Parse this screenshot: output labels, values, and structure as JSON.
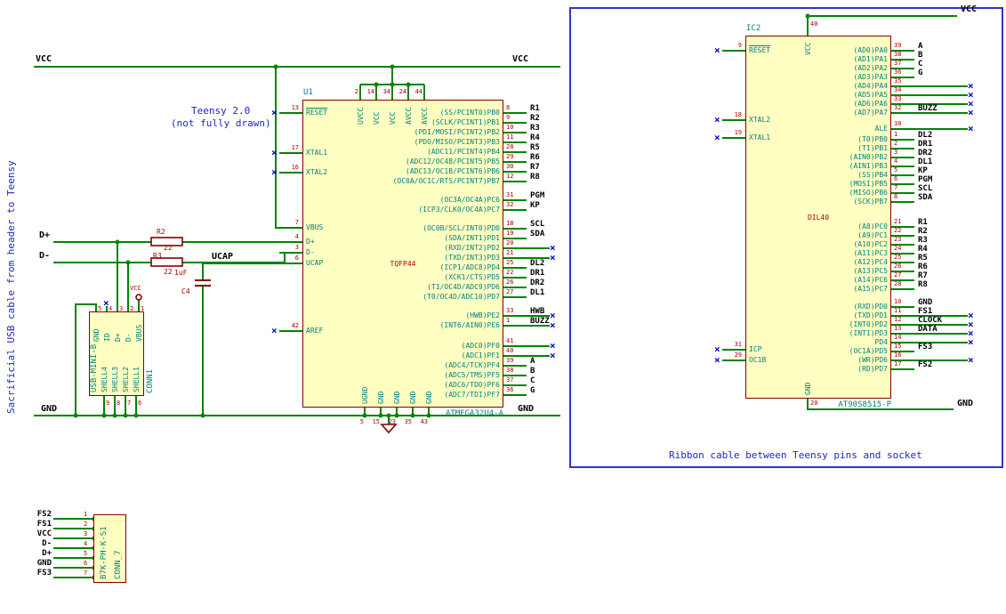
{
  "colors": {
    "wire_green": "#008400",
    "body_fill": "#FFFFC2",
    "body_outline": "#840000",
    "pin_number_red": "#AF0000",
    "pin_name_teal": "#008080",
    "net_label_black": "#000000",
    "annotation_blue": "#2222CC",
    "no_connect_blue": "#0000C8"
  },
  "notes": {
    "left_vertical": "Sacrificial USB cable from header to Teensy",
    "teensy_line1": "Teensy 2.0",
    "teensy_line2": "(not fully drawn)",
    "ribbon": "Ribbon cable between Teensy pins and socket"
  },
  "labels": {
    "vcc_left": "VCC",
    "vcc_right": "VCC",
    "gnd_left": "GND",
    "gnd_right": "GND",
    "d_plus": "D+",
    "d_minus": "D-",
    "ucap": "UCAP",
    "ic2_vcc": "VCC",
    "ic2_gnd": "GND"
  },
  "u1": {
    "ref": "U1",
    "value": "ATMEGA32U4-A",
    "footprint": "TQFP44",
    "left_pins": [
      {
        "num": "13",
        "name": "RESET",
        "overline": true,
        "nc": true
      },
      {
        "num": "17",
        "name": "XTAL1",
        "nc": true
      },
      {
        "num": "16",
        "name": "XTAL2",
        "nc": true
      },
      {
        "num": "7",
        "name": "VBUS"
      },
      {
        "num": "4",
        "name": "D+"
      },
      {
        "num": "3",
        "name": "D-"
      },
      {
        "num": "6",
        "name": "UCAP"
      },
      {
        "num": "42",
        "name": "AREF",
        "nc": true
      }
    ],
    "top_pins": [
      {
        "num": "2",
        "name": "UVCC"
      },
      {
        "num": "14",
        "name": "VCC"
      },
      {
        "num": "34",
        "name": "VCC"
      },
      {
        "num": "24",
        "name": "AVCC"
      },
      {
        "num": "44",
        "name": "AVCC"
      }
    ],
    "bottom_pins": [
      {
        "num": "5",
        "name": "UGND"
      },
      {
        "num": "15",
        "name": "GND"
      },
      {
        "num": "23",
        "name": "GND"
      },
      {
        "num": "35",
        "name": "GND"
      },
      {
        "num": "43",
        "name": "GND"
      }
    ],
    "right_groups": [
      [
        {
          "num": "8",
          "name": "(SS/PCINT0)PB0",
          "net": "R1"
        },
        {
          "num": "9",
          "name": "(SCLK/PCINT1)PB1",
          "net": "R2"
        },
        {
          "num": "10",
          "name": "(PDI/MOSI/PCINT2)PB2",
          "net": "R3"
        },
        {
          "num": "11",
          "name": "(PDO/MISO/PCINT3)PB3",
          "net": "R4"
        },
        {
          "num": "28",
          "name": "(ADC11/PCINT4)PB4",
          "net": "R5"
        },
        {
          "num": "29",
          "name": "(ADC12/OC4B/PCINT5)PB5",
          "net": "R6"
        },
        {
          "num": "30",
          "name": "(ADC13/OC1B/PCINT6)PB6",
          "net": "R7"
        },
        {
          "num": "12",
          "name": "(OC0A/OC1C/RTS/PCINT7)PB7",
          "net": "R8"
        }
      ],
      [
        {
          "num": "31",
          "name": "(OC3A/OC4A)PC6",
          "net": "PGM"
        },
        {
          "num": "32",
          "name": "(ICP3/CLK0/OC4A)PC7",
          "net": "KP"
        }
      ],
      [
        {
          "num": "18",
          "name": "(OC0B/SCL/INT0)PD0",
          "net": "SCL"
        },
        {
          "num": "19",
          "name": "(SDA/INT1)PD1",
          "net": "SDA"
        },
        {
          "num": "20",
          "name": "(RXD/INT2)PD2",
          "ext": true
        },
        {
          "num": "21",
          "name": "(TXD/INT3)PD3",
          "ext": true
        },
        {
          "num": "25",
          "name": "(ICP1/ADC8)PD4",
          "net": "DL2"
        },
        {
          "num": "22",
          "name": "(XCK1/CTS)PD5",
          "net": "DR1"
        },
        {
          "num": "26",
          "name": "(T1/OC4D/ADC9)PD6",
          "net": "DR2"
        },
        {
          "num": "27",
          "name": "(T0/OC4D/ADC10)PD7",
          "net": "DL1"
        }
      ],
      [
        {
          "num": "33",
          "name": "(HWB)PE2",
          "net": "HWB",
          "ext": true
        },
        {
          "num": "1",
          "name": "(INT6/AIN0)PE6",
          "net": "BUZZ",
          "ext": true
        }
      ],
      [
        {
          "num": "41",
          "name": "(ADC0)PF0",
          "ext": true
        },
        {
          "num": "40",
          "name": "(ADC1)PF1",
          "ext": true
        },
        {
          "num": "39",
          "name": "(ADC4/TCK)PF4",
          "net": "A"
        },
        {
          "num": "38",
          "name": "(ADC5/TMS)PF5",
          "net": "B"
        },
        {
          "num": "37",
          "name": "(ADC6/TDO)PF6",
          "net": "C"
        },
        {
          "num": "36",
          "name": "(ADC7/TDI)PF7",
          "net": "G"
        }
      ]
    ]
  },
  "ic2": {
    "ref": "IC2",
    "value": "AT90S8515-P",
    "footprint": "DIL40",
    "left_pins": [
      {
        "num": "9",
        "name": "RESET",
        "overline": true,
        "nc": true
      },
      {
        "num": "18",
        "name": "XTAL2",
        "nc": true
      },
      {
        "num": "19",
        "name": "XTAL1",
        "nc": true
      },
      {
        "num": "31",
        "name": "ICP",
        "nc": true
      },
      {
        "num": "29",
        "name": "OC1B",
        "nc": true
      }
    ],
    "top_pins": [
      {
        "num": "40",
        "name": "VCC"
      }
    ],
    "bottom_pins": [
      {
        "num": "20",
        "name": "GND"
      }
    ],
    "right_groups": [
      [
        {
          "num": "39",
          "name": "(AD0)PA0",
          "net": "A"
        },
        {
          "num": "38",
          "name": "(AD1)PA1",
          "net": "B"
        },
        {
          "num": "37",
          "name": "(AD2)PA2",
          "net": "C"
        },
        {
          "num": "36",
          "name": "(AD3)PA3",
          "net": "G"
        },
        {
          "num": "35",
          "name": "(AD4)PA4",
          "ext": true
        },
        {
          "num": "34",
          "name": "(AD5)PA5",
          "ext": true
        },
        {
          "num": "33",
          "name": "(AD6)PA6",
          "ext": true
        },
        {
          "num": "32",
          "name": "(AD7)PA7",
          "net": "BUZZ",
          "ext": true
        }
      ],
      [
        {
          "num": "30",
          "name": "ALE",
          "ext": true
        }
      ],
      [
        {
          "num": "1",
          "name": "(T0)PB0",
          "net": "DL2"
        },
        {
          "num": "2",
          "name": "(T1)PB1",
          "net": "DR1"
        },
        {
          "num": "3",
          "name": "(AIN0)PB2",
          "net": "DR2"
        },
        {
          "num": "4",
          "name": "(AIN1)PB3",
          "net": "DL1"
        },
        {
          "num": "5",
          "name": "(SS)PB4",
          "net": "KP"
        },
        {
          "num": "6",
          "name": "(MOSI)PB5",
          "net": "PGM"
        },
        {
          "num": "7",
          "name": "(MISO)PB6",
          "net": "SCL"
        },
        {
          "num": "8",
          "name": "(SCK)PB7",
          "net": "SDA"
        }
      ],
      [
        {
          "num": "21",
          "name": "(A8)PC0",
          "net": "R1"
        },
        {
          "num": "22",
          "name": "(A9)PC1",
          "net": "R2"
        },
        {
          "num": "23",
          "name": "(A10)PC2",
          "net": "R3"
        },
        {
          "num": "24",
          "name": "(A11)PC3",
          "net": "R4"
        },
        {
          "num": "25",
          "name": "(A12)PC4",
          "net": "R5"
        },
        {
          "num": "26",
          "name": "(A13)PC5",
          "net": "R6"
        },
        {
          "num": "27",
          "name": "(A14)PC6",
          "net": "R7"
        },
        {
          "num": "28",
          "name": "(A15)PC7",
          "net": "R8"
        }
      ],
      [
        {
          "num": "10",
          "name": "(RXD)PD0",
          "net": "GND"
        },
        {
          "num": "11",
          "name": "(TXD)PD1",
          "net": "FS1",
          "ext": true
        },
        {
          "num": "12",
          "name": "(INT0)PD2",
          "net": "CLOCK",
          "ext": true
        },
        {
          "num": "13",
          "name": "(INT1)PD3",
          "net": "DATA",
          "ext": true
        },
        {
          "num": "14",
          "name": "PD4",
          "ext": true
        },
        {
          "num": "15",
          "name": "(OC1A)PD5",
          "net": "FS3"
        },
        {
          "num": "16",
          "name": "(WR)PD6",
          "ext": true
        },
        {
          "num": "17",
          "name": "(RD)PD7",
          "net": "FS2"
        }
      ]
    ]
  },
  "usb": {
    "ref": "CONN1",
    "value": "USB-MINI-B",
    "vcc_symbol": "VCC",
    "top_pins": [
      {
        "num": "5",
        "name": "GND"
      },
      {
        "num": "4",
        "name": "ID"
      },
      {
        "num": "3",
        "name": "D+"
      },
      {
        "num": "2",
        "name": "D-"
      },
      {
        "num": "1",
        "name": "VBUS"
      }
    ],
    "bottom_pins": [
      {
        "num": "9",
        "name": "SHELL4"
      },
      {
        "num": "8",
        "name": "SHELL3"
      },
      {
        "num": "7",
        "name": "SHELL2"
      },
      {
        "num": "6",
        "name": "SHELL1"
      }
    ]
  },
  "conn7": {
    "ref": "CONN_7",
    "value": "B7K-PH-K-S1",
    "pins": [
      {
        "num": "1",
        "net": "FS2"
      },
      {
        "num": "2",
        "net": "FS1"
      },
      {
        "num": "3",
        "net": "VCC"
      },
      {
        "num": "4",
        "net": "D-"
      },
      {
        "num": "5",
        "net": "D+"
      },
      {
        "num": "6",
        "net": "GND"
      },
      {
        "num": "7",
        "net": "FS3"
      }
    ]
  },
  "r2": {
    "ref": "R2",
    "value": "22"
  },
  "r3": {
    "ref": "R3",
    "value": "22"
  },
  "c4": {
    "ref": "C4",
    "value": "1uF"
  }
}
